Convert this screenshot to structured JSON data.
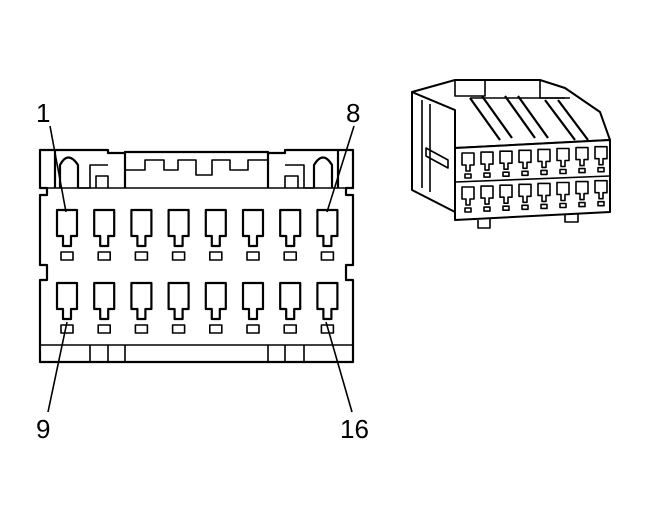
{
  "connector": {
    "pin_labels": {
      "top_left": "1",
      "top_right": "8",
      "bottom_left": "9",
      "bottom_right": "16"
    },
    "rows": 2,
    "pins_per_row": 8
  }
}
